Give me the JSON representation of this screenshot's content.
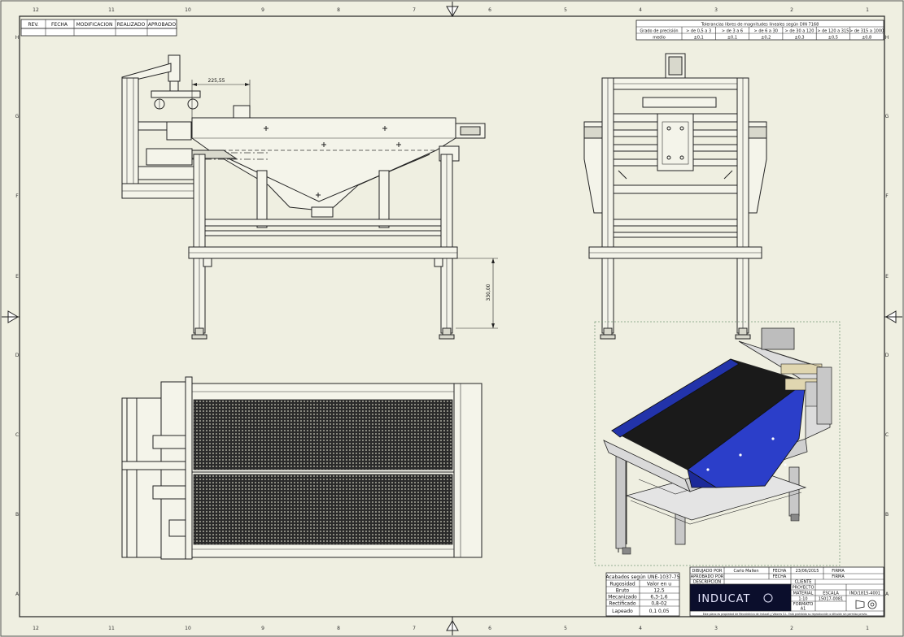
{
  "revision_table": {
    "headers": [
      "REV.",
      "FECHA",
      "MODIFICACION",
      "REALIZADO",
      "APROBADO"
    ]
  },
  "tolerance_table": {
    "title": "Tolerancias libres de magnitudes lineales según DIN 7168",
    "row_label_grade": "Grado de precisión",
    "row_label_mode": "medio",
    "ranges": [
      "> de 0,5 a 3",
      "> de 3 a 6",
      "> de 6 a 30",
      "> de 30 a 120",
      "> de 120 a 315",
      "> de 315 a 1000"
    ],
    "values": [
      "±0,1",
      "±0,1",
      "±0,2",
      "±0,3",
      "±0,5",
      "±0,8"
    ]
  },
  "grid": {
    "columns": [
      "12",
      "11",
      "10",
      "9",
      "8",
      "7",
      "6",
      "5",
      "4",
      "3",
      "2",
      "1"
    ],
    "rows": [
      "H",
      "G",
      "F",
      "E",
      "D",
      "C",
      "B",
      "A"
    ]
  },
  "dimensions": {
    "top_width": "225,55",
    "leg_height": "330,00"
  },
  "finish_table": {
    "title": "Acabados según UNE-1037-75",
    "headers": [
      "Rugosidad",
      "Valor en u"
    ],
    "rows": [
      {
        "name": "Bruto",
        "value": "12,5"
      },
      {
        "name": "Mecanizado",
        "value": "6,3-1,6"
      },
      {
        "name": "Rectificado",
        "value": "0,8-02"
      },
      {
        "name": "Lapeado",
        "value": "0,1 0,05"
      }
    ]
  },
  "title_block": {
    "drawn_by_label": "DIBUJADO POR",
    "drawn_by_name": "Carlo Mallen",
    "approved_label": "APROBADO POR",
    "date_label": "FECHA",
    "date_value": "23/06/2015",
    "date_label_2": "FECHA",
    "firma_label": "FIRMA",
    "firma_label_2": "FIRMA",
    "client_label": "CLIENTE",
    "project_label": "PROYECTO",
    "material_label": "MATERIAL",
    "description_label": "DESCRIPCION",
    "scale_label": "ESCALA",
    "scale_value": "1:10",
    "format_label": "FORMATO",
    "format_value": "A1",
    "company_text": "INDUCAT",
    "drawing_number": "IND/1815-4001",
    "code_number": "15017-0081",
    "footer_note": "Este plano es propiedad de Mecatrónica de Inducat y Valores S.L. Está prohibida su reproducción o difusión sin permiso previo."
  }
}
